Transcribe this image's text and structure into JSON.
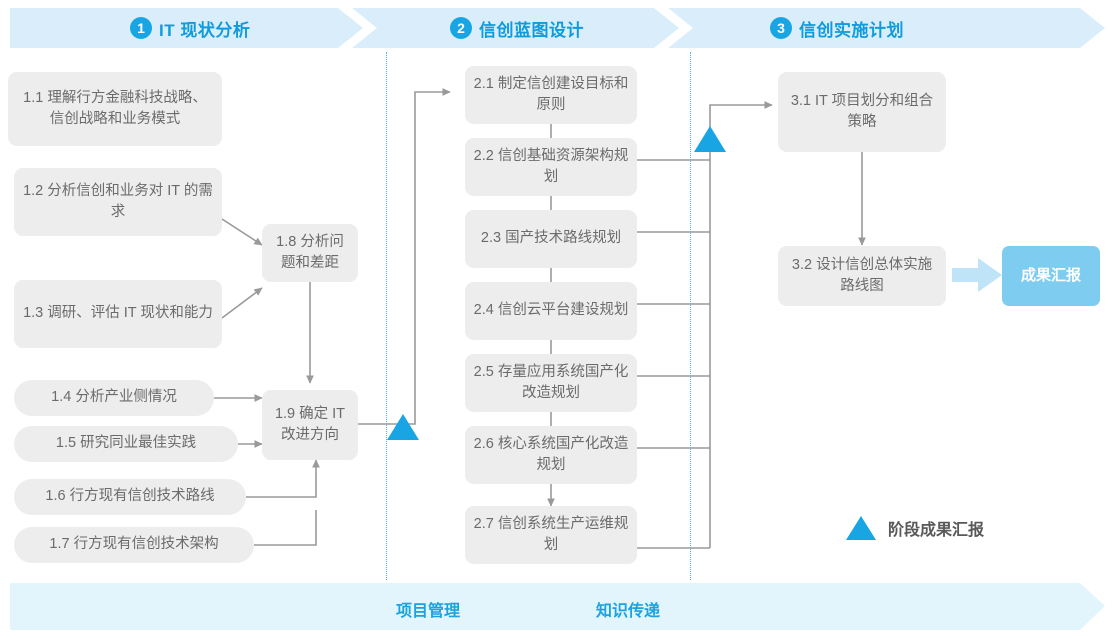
{
  "header": {
    "phases": [
      {
        "num": "1",
        "label": "IT 现状分析"
      },
      {
        "num": "2",
        "label": "信创蓝图设计"
      },
      {
        "num": "3",
        "label": "信创实施计划"
      }
    ]
  },
  "phase1": {
    "nodes": [
      {
        "id": "1.1",
        "text": "1.1 理解行方金融科技战略、信创战略和业务模式"
      },
      {
        "id": "1.2",
        "text": "1.2 分析信创和业务对 IT 的需求"
      },
      {
        "id": "1.3",
        "text": "1.3 调研、评估 IT 现状和能力"
      },
      {
        "id": "1.4",
        "text": "1.4 分析产业侧情况"
      },
      {
        "id": "1.5",
        "text": "1.5 研究同业最佳实践"
      },
      {
        "id": "1.6",
        "text": "1.6 行方现有信创技术路线"
      },
      {
        "id": "1.7",
        "text": "1.7 行方现有信创技术架构"
      },
      {
        "id": "1.8",
        "text": "1.8 分析问题和差距"
      },
      {
        "id": "1.9",
        "text": "1.9 确定 IT 改进方向"
      }
    ]
  },
  "phase2": {
    "nodes": [
      {
        "id": "2.1",
        "text": "2.1 制定信创建设目标和原则"
      },
      {
        "id": "2.2",
        "text": "2.2 信创基础资源架构规划"
      },
      {
        "id": "2.3",
        "text": "2.3 国产技术路线规划"
      },
      {
        "id": "2.4",
        "text": "2.4 信创云平台建设规划"
      },
      {
        "id": "2.5",
        "text": "2.5 存量应用系统国产化改造规划"
      },
      {
        "id": "2.6",
        "text": "2.6 核心系统国产化改造规划"
      },
      {
        "id": "2.7",
        "text": "2.7 信创系统生产运维规划"
      }
    ]
  },
  "phase3": {
    "nodes": [
      {
        "id": "3.1",
        "text": "3.1 IT 项目划分和组合策略"
      },
      {
        "id": "3.2",
        "text": "3.2 设计信创总体实施路线图"
      }
    ],
    "result": "成果汇报"
  },
  "legend": {
    "label": "阶段成果汇报"
  },
  "footer": {
    "labels": [
      "项目管理",
      "知识传递"
    ]
  },
  "colors": {
    "accent": "#19a5e3",
    "band": "#d9eefa",
    "footer_band": "#e2f4fc",
    "node_bg": "#ededed",
    "node_text": "#6b6b6b",
    "result_bg": "#7ecdf0",
    "connector": "#9a9a9a",
    "dotted": "#49b6e6"
  }
}
